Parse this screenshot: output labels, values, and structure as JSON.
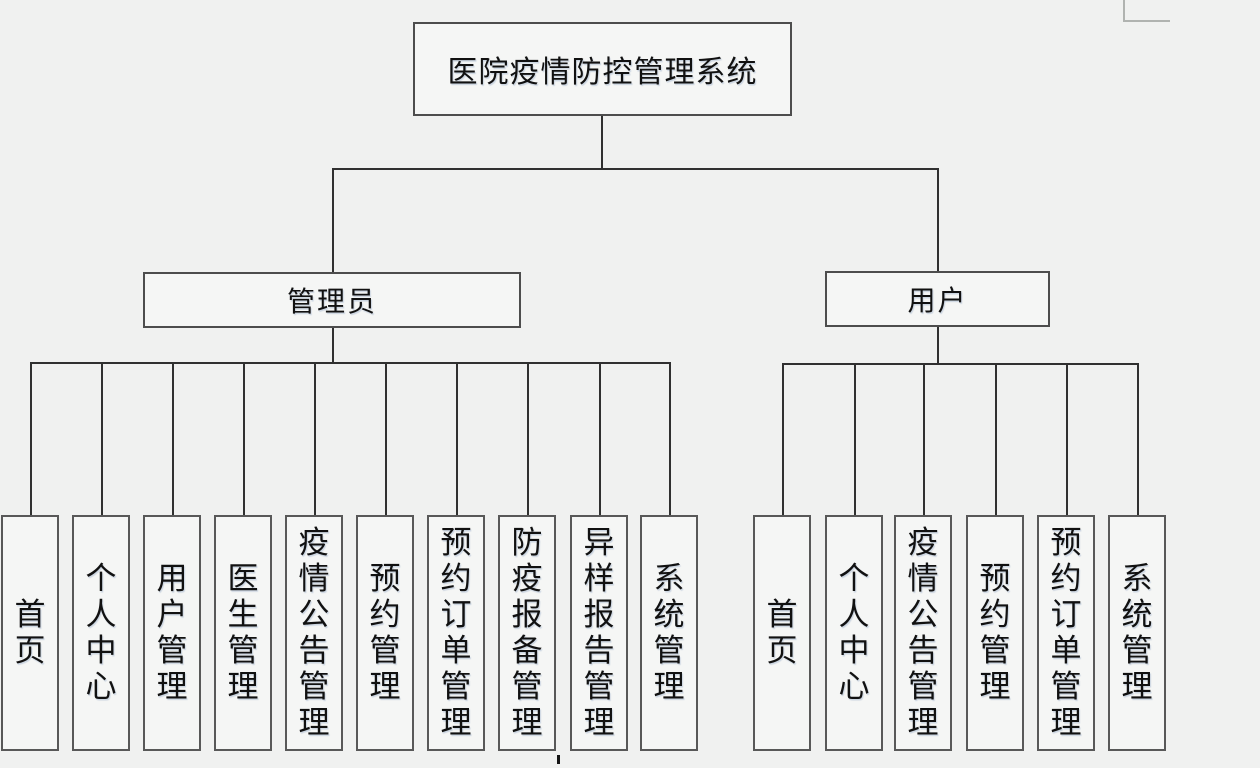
{
  "diagram": {
    "title": "医院疫情防控管理系统",
    "background_color": "#f0f1f0",
    "node_fill": "#f5f6f5",
    "node_border_color": "#4d4d4d",
    "leaf_border_color": "#585858",
    "line_color": "#303030",
    "branches": [
      {
        "label": "管理员",
        "children": [
          "首页",
          "个人中心",
          "用户管理",
          "医生管理",
          "疫情公告管理",
          "预约管理",
          "预约订单管理",
          "防疫报备管理",
          "异样报告管理",
          "系统管理"
        ]
      },
      {
        "label": "用户",
        "children": [
          "首页",
          "个人中心",
          "疫情公告管理",
          "预约管理",
          "预约订单管理",
          "系统管理"
        ]
      }
    ]
  }
}
